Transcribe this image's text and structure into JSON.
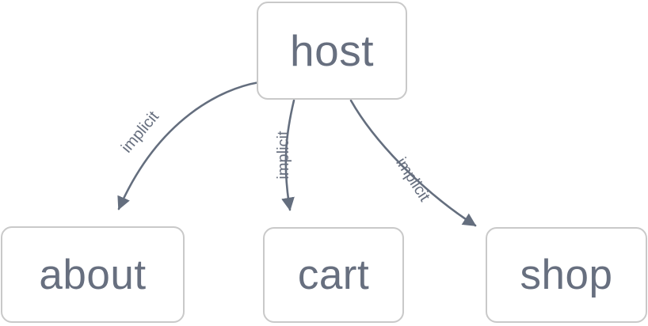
{
  "diagram": {
    "type": "directed-graph",
    "background_color": "#ffffff",
    "node_border_color": "#c9c9c9",
    "node_fill_color": "#ffffff",
    "text_color": "#676f7f",
    "edge_color": "#646e7e",
    "nodes": [
      {
        "id": "host",
        "label": "host"
      },
      {
        "id": "about",
        "label": "about"
      },
      {
        "id": "cart",
        "label": "cart"
      },
      {
        "id": "shop",
        "label": "shop"
      }
    ],
    "edges": [
      {
        "from": "host",
        "to": "about",
        "label": "implicit"
      },
      {
        "from": "host",
        "to": "cart",
        "label": "implicit"
      },
      {
        "from": "host",
        "to": "shop",
        "label": "implicit"
      }
    ]
  }
}
